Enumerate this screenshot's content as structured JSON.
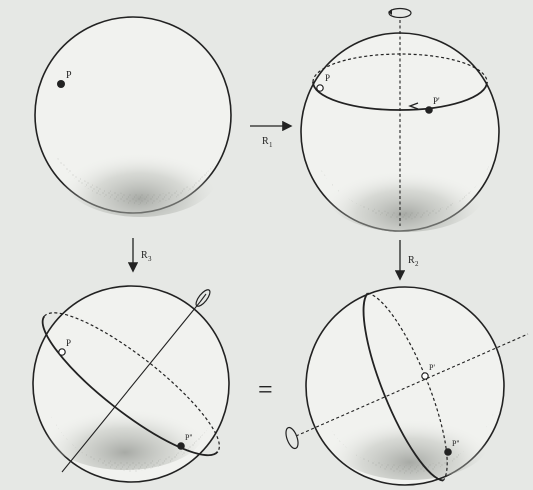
{
  "labels": {
    "p": "P",
    "p_prime": "P'",
    "p_double_prime": "P''",
    "r1": "R",
    "r1_sub": "1",
    "r2": "R",
    "r2_sub": "2",
    "r3": "R",
    "r3_sub": "3",
    "equals": "="
  },
  "colors": {
    "ink": "#222222",
    "paper": "#e6e8e5",
    "sphere_fill": "#f1f2ef",
    "shade": "#9a9d98"
  }
}
